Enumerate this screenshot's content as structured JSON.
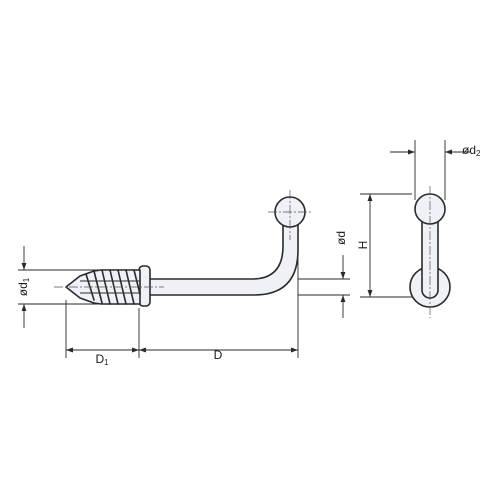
{
  "dimensions": {
    "D1": {
      "base": "D",
      "sub": "1"
    },
    "D": {
      "base": "D",
      "sub": ""
    },
    "diam_d1": {
      "base": "ød",
      "sub": "1"
    },
    "diam_d": {
      "base": "ød",
      "sub": ""
    },
    "diam_d2": {
      "base": "ød",
      "sub": "2"
    },
    "H": {
      "base": "H",
      "sub": ""
    }
  },
  "colors": {
    "line": "#2a2a2a",
    "fill": "#eef2f7",
    "background": "#ffffff"
  }
}
